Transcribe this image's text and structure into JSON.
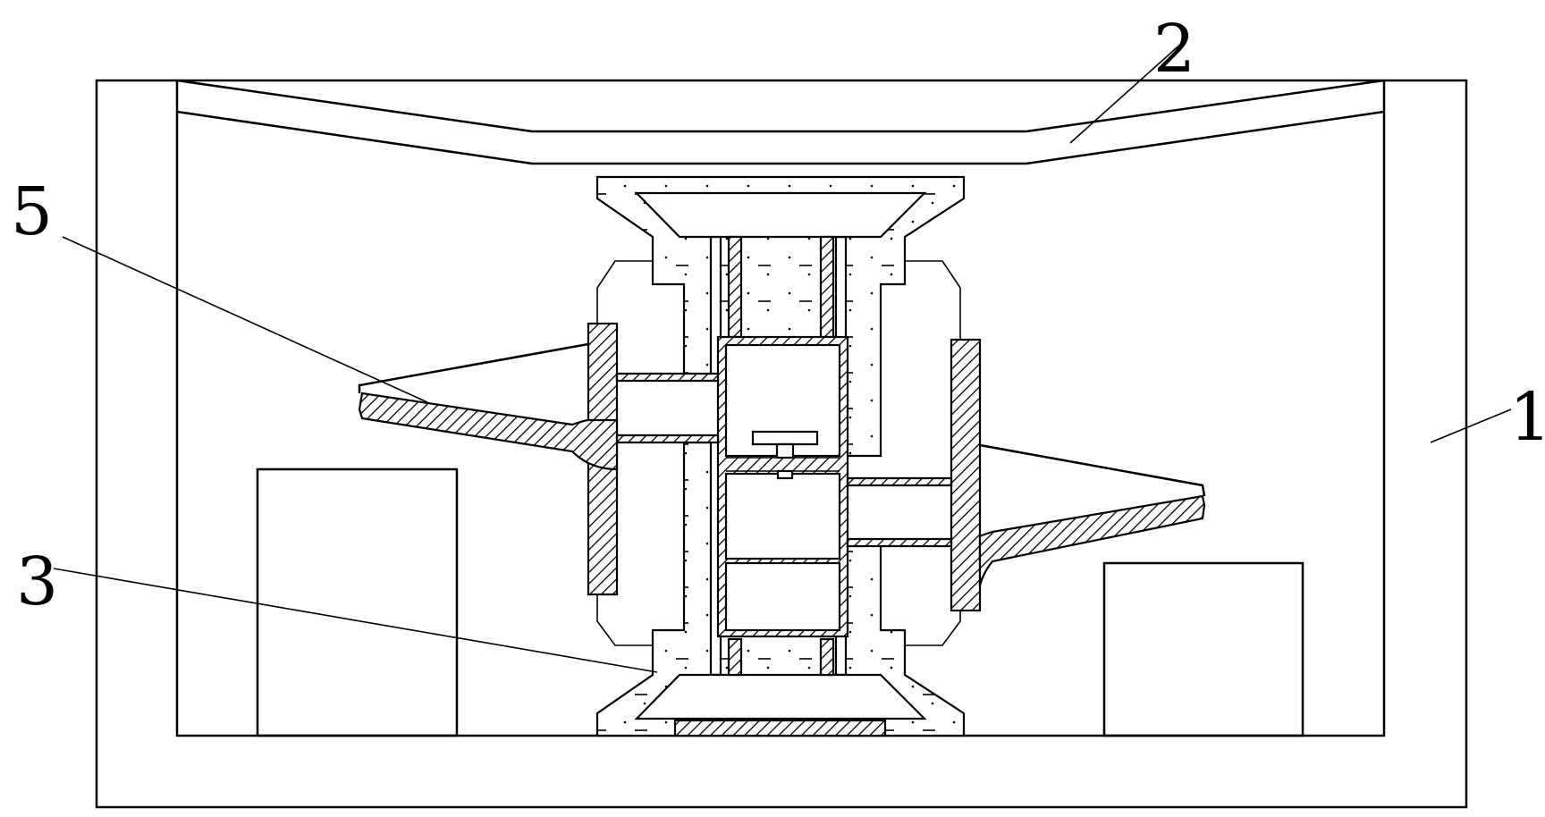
{
  "labels": {
    "outer_frame": "1",
    "top_plate": "2",
    "lower_support": "3",
    "side_arm": "5"
  }
}
